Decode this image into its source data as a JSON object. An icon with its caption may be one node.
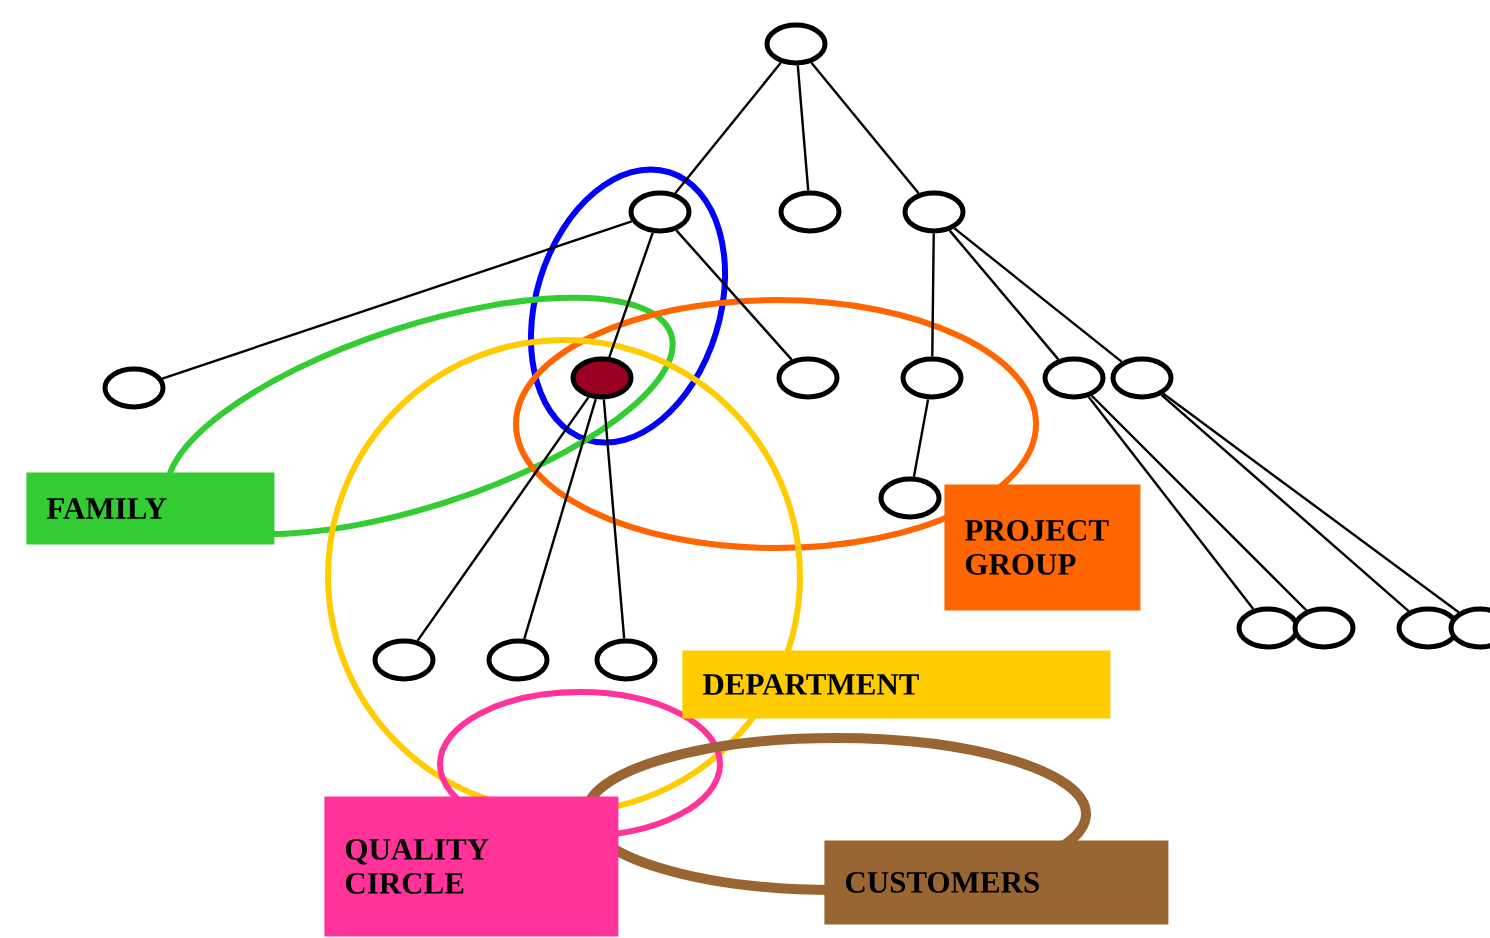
{
  "diagram": {
    "nodes": [
      {
        "text": [],
        "shape": "circle"
      },
      {
        "text": [],
        "shape": "circle"
      },
      {
        "text": [],
        "shape": "circle"
      },
      {
        "text": [],
        "shape": "circle"
      },
      {
        "text": [],
        "shape": "circle"
      },
      {
        "text": [],
        "shape": "circle"
      },
      {
        "text": [],
        "shape": "circle"
      },
      {
        "text": [],
        "shape": "circle"
      },
      {
        "text": [],
        "shape": "circle"
      },
      {
        "text": [],
        "shape": "circle"
      },
      {
        "text": [],
        "shape": "circle"
      },
      {
        "text": [],
        "shape": "circle"
      },
      {
        "text": [],
        "shape": "circle"
      },
      {
        "text": [],
        "shape": "circle"
      },
      {
        "text": [],
        "shape": "circle"
      },
      {
        "text": [],
        "shape": "circle"
      },
      {
        "text": [],
        "shape": "circle"
      },
      {
        "text": [],
        "shape": "circle"
      },
      {
        "text": [
          "FAMILY"
        ]
      },
      {
        "text": [
          "PROJECT GROUP"
        ]
      },
      {
        "text": [
          "DEPARTMENT"
        ]
      },
      {
        "text": [
          "QUALITY CIRCLE"
        ]
      },
      {
        "text": [
          "CUSTOMERS"
        ]
      }
    ],
    "edges": [
      {
        "from": 0,
        "to": 1,
        "arrow": "none"
      },
      {
        "from": 0,
        "to": 2,
        "arrow": "none"
      },
      {
        "from": 0,
        "to": 3,
        "arrow": "none"
      },
      {
        "from": 1,
        "to": 4,
        "arrow": "none"
      },
      {
        "from": 1,
        "to": 5,
        "arrow": "none"
      },
      {
        "from": 1,
        "to": 6,
        "arrow": "none"
      },
      {
        "from": 3,
        "to": 7,
        "arrow": "none"
      },
      {
        "from": 3,
        "to": 8,
        "arrow": "none"
      },
      {
        "from": 3,
        "to": 9,
        "arrow": "none"
      },
      {
        "from": 7,
        "to": 10,
        "arrow": "none"
      },
      {
        "from": 5,
        "to": 11,
        "arrow": "none"
      },
      {
        "from": 5,
        "to": 12,
        "arrow": "none"
      },
      {
        "from": 5,
        "to": 13,
        "arrow": "none"
      },
      {
        "from": 8,
        "to": 14,
        "arrow": "none"
      },
      {
        "from": 8,
        "to": 15,
        "arrow": "none"
      },
      {
        "from": 9,
        "to": 16,
        "arrow": "none"
      },
      {
        "from": 9,
        "to": 17,
        "arrow": "none"
      }
    ]
  }
}
